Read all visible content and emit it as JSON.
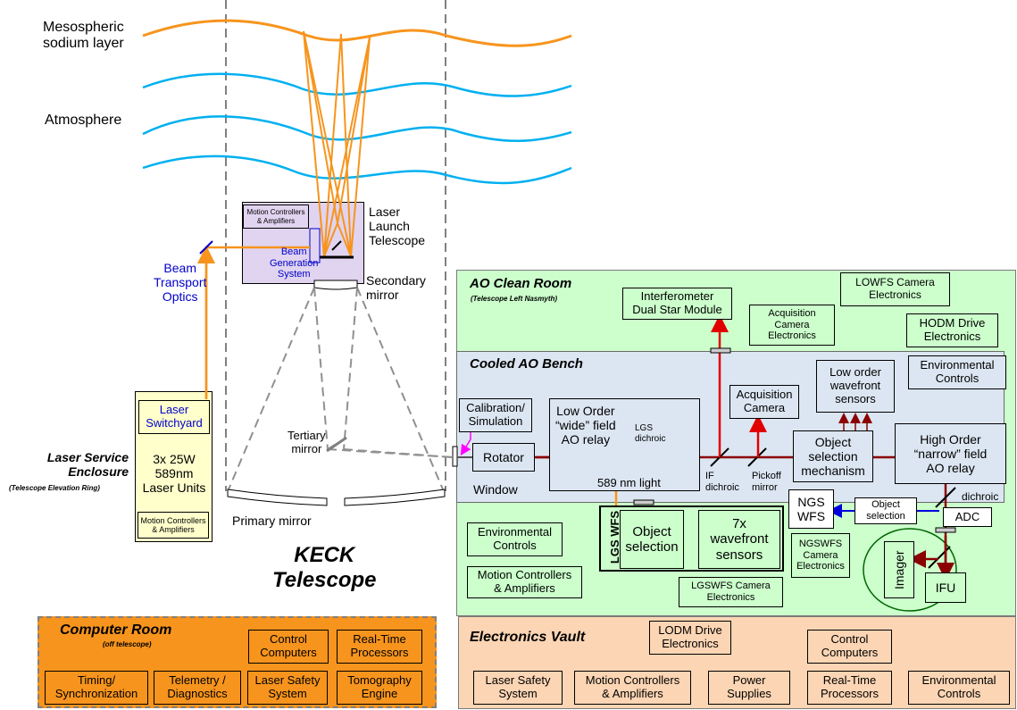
{
  "labels": {
    "sodium_layer": "Mesospheric\nsodium layer",
    "atmosphere": "Atmosphere",
    "beam_transport": "Beam\nTransport\nOptics",
    "laser_launch": "Laser\nLaunch\nTelescope",
    "motion_small": "Motion Controllers\n& Amplifiers",
    "beam_generation": "Beam\nGeneration\nSystem",
    "secondary_mirror": "Secondary\nmirror",
    "tertiary_mirror": "Tertiary\nmirror",
    "primary_mirror": "Primary mirror",
    "keck": "KECK\nTelescope",
    "laser_service_title": "Laser Service\nEnclosure",
    "laser_service_sub": "(Telescope Elevation Ring)",
    "laser_switchyard": "Laser\nSwitchyard",
    "laser_units": "3x 25W\n589nm\nLaser Units",
    "lse_motion": "Motion Controllers\n& Amplifiers",
    "window": "Window",
    "lgs_dichroic": "LGS\ndichroic",
    "light_589": "589 nm light",
    "if_dichroic": "IF\ndichroic",
    "pickoff_mirror": "Pickoff\nmirror",
    "dichroic": "dichroic",
    "lgs_wfs": "LGS WFS"
  },
  "ao_clean_room": {
    "title": "AO Clean Room",
    "subtitle": "(Telescope Left Nasmyth)",
    "interferometer": "Interferometer\nDual Star Module",
    "acq_cam_elec": "Acquisition\nCamera\nElectronics",
    "lowfs_cam_elec": "LOWFS Camera\nElectronics",
    "hodm_drive": "HODM Drive\nElectronics",
    "env_controls": "Environmental\nControls",
    "motion_controllers": "Motion Controllers\n& Amplifiers",
    "lgswfs_cam_elec": "LGSWFS Camera\nElectronics",
    "ngswfs_cam_elec": "NGSWFS\nCamera\nElectronics"
  },
  "cooled_bench": {
    "title": "Cooled AO Bench",
    "calibration": "Calibration/\nSimulation",
    "rotator": "Rotator",
    "low_order_relay": "Low Order\n“wide” field\nAO relay",
    "acquisition_camera": "Acquisition\nCamera",
    "low_order_wfs": "Low order\nwavefront\nsensors",
    "env_controls": "Environmental\nControls",
    "object_selection_mech": "Object\nselection\nmechanism",
    "high_order_relay": "High Order\n“narrow” field\nAO relay",
    "ngs_wfs": "NGS\nWFS",
    "object_selection": "Object\nselection",
    "adc": "ADC",
    "object_selection_lgs": "Object\nselection",
    "wavefront_sensors": "7x\nwavefront\nsensors",
    "imager": "Imager",
    "ifu": "IFU"
  },
  "computer_room": {
    "title": "Computer Room",
    "subtitle": "(off telescope)",
    "control_computers": "Control\nComputers",
    "real_time": "Real-Time\nProcessors",
    "timing": "Timing/\nSynchronization",
    "telemetry": "Telemetry /\nDiagnostics",
    "laser_safety": "Laser Safety\nSystem",
    "tomography": "Tomography\nEngine"
  },
  "electronics_vault": {
    "title": "Electronics Vault",
    "lodm_drive": "LODM Drive\nElectronics",
    "control_computers": "Control\nComputers",
    "laser_safety": "Laser Safety\nSystem",
    "motion_controllers": "Motion Controllers\n& Amplifiers",
    "power_supplies": "Power\nSupplies",
    "real_time": "Real-Time\nProcessors",
    "env_controls": "Environmental\nControls"
  },
  "colors": {
    "orange_beam": "#f7941d",
    "wave_blue": "#00b0f0",
    "clean_room_bg": "#ccffcc",
    "bench_bg": "#dce6f2",
    "computer_room_bg": "#f7941d",
    "vault_bg": "#fcd5b4",
    "lse_bg": "#ffffcc",
    "launch_bg": "#e0d4f0",
    "red_path": "#c00000",
    "science_path": "#8b0000",
    "blue_text": "#0000cc"
  }
}
